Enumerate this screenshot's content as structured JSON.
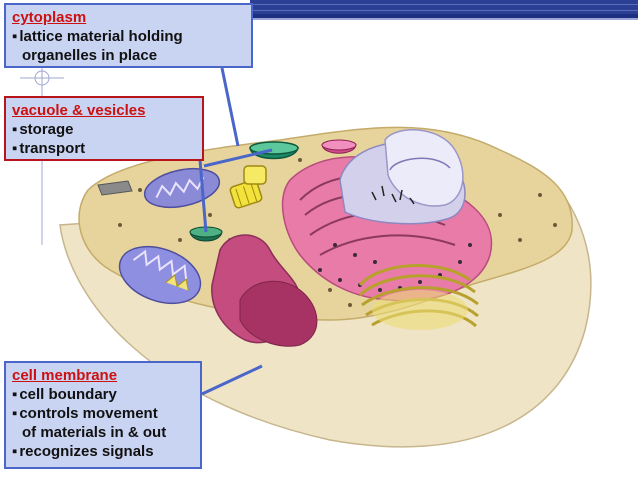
{
  "slide": {
    "header_color": "#2e3f9a",
    "callouts": {
      "cytoplasm": {
        "title": "cytoplasm",
        "line1": "lattice material holding",
        "line2": "organelles in place",
        "border_color": "#4a66c9"
      },
      "vacuole": {
        "title": "vacuole & vesicles",
        "bullet1": "storage",
        "bullet2": "transport",
        "border_color": "#b8141c"
      },
      "membrane": {
        "title": "cell membrane",
        "bullet1": "cell boundary",
        "bullet2": "controls movement",
        "bullet2_cont": "of materials in & out",
        "bullet3": "recognizes signals",
        "border_color": "#4a66c9"
      }
    }
  }
}
